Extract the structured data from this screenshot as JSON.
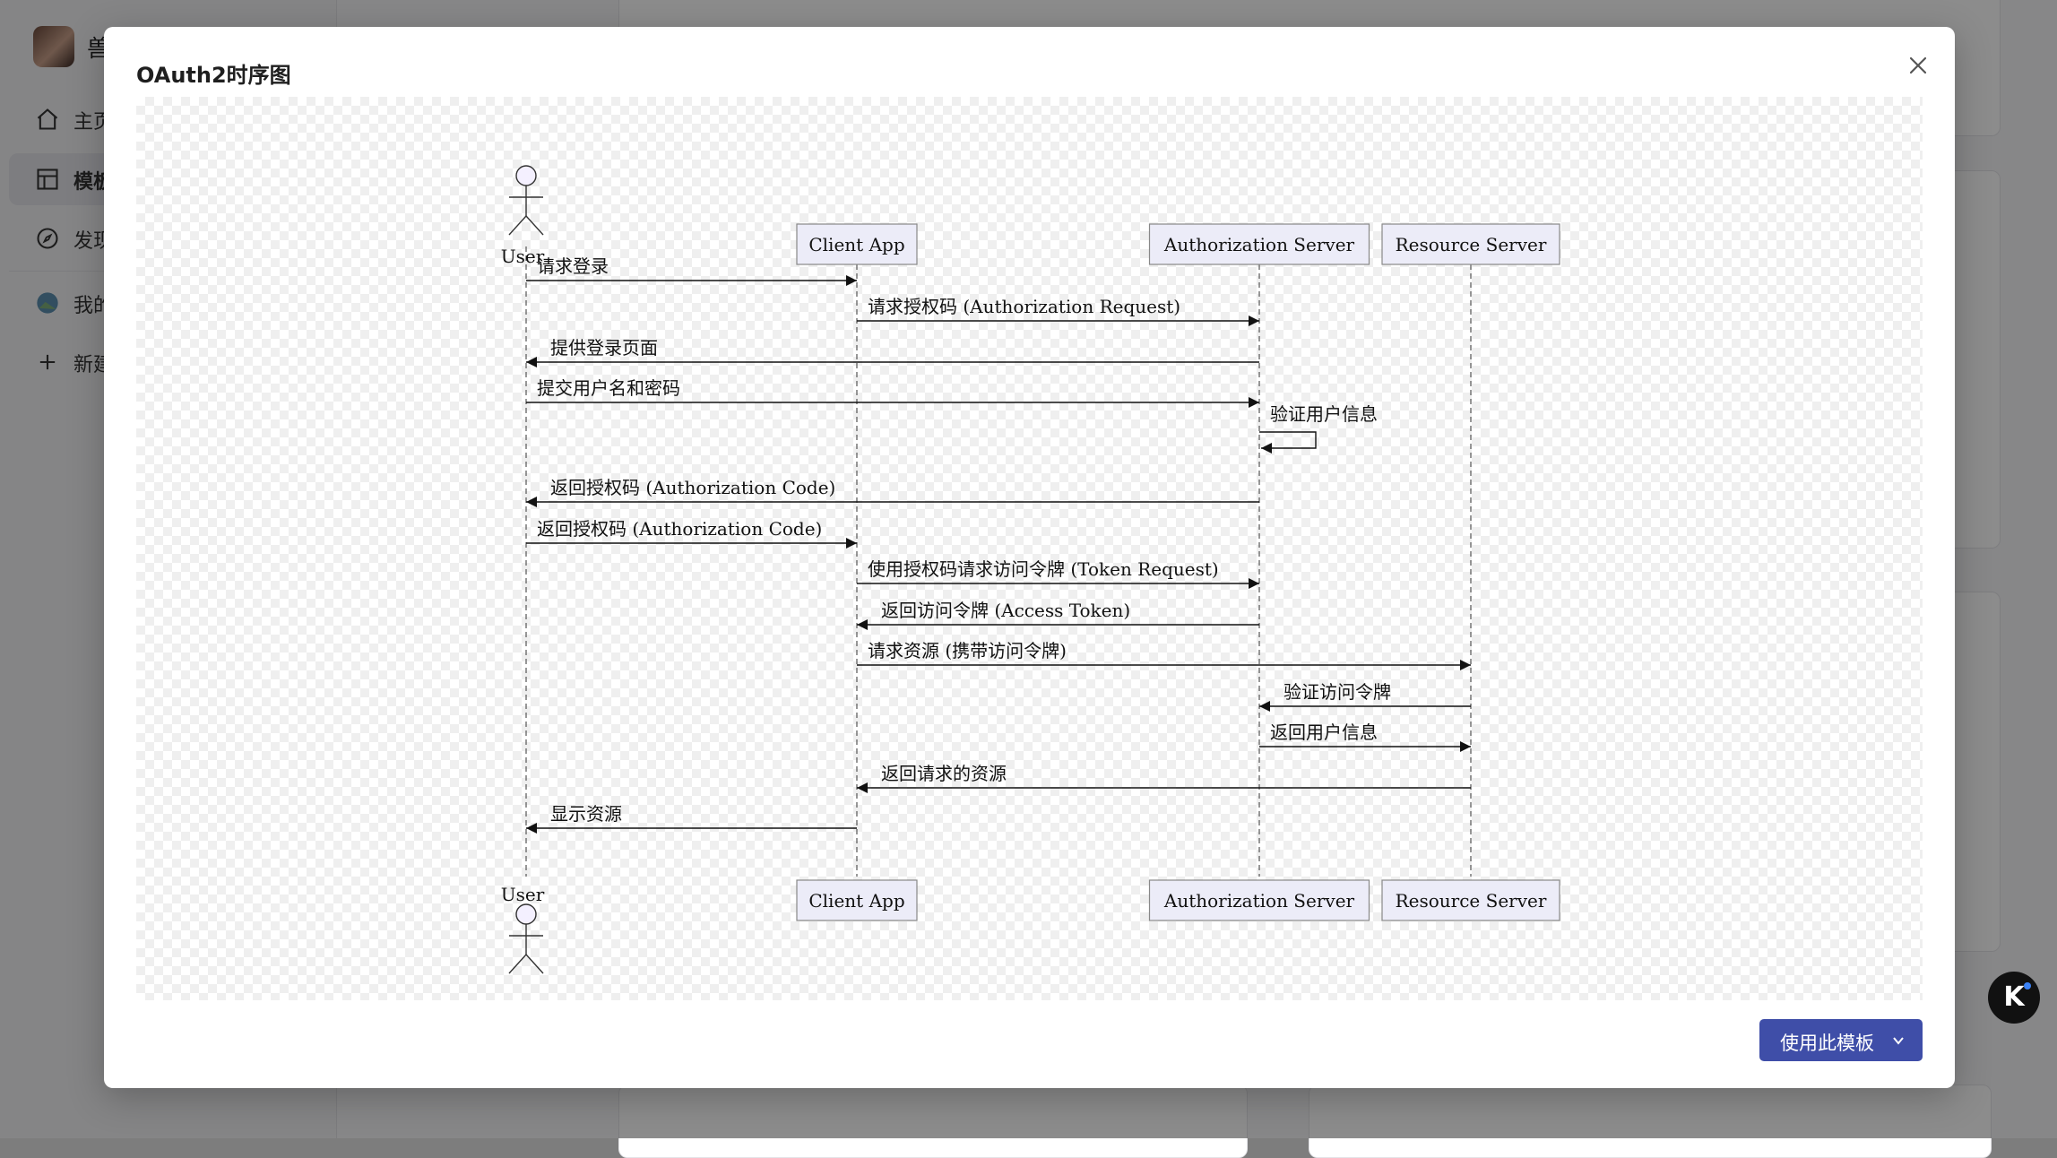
{
  "app": {
    "user_initial": "兽",
    "nav": [
      {
        "label": "主页",
        "icon": "home-icon"
      },
      {
        "label": "模板",
        "icon": "template-icon"
      },
      {
        "label": "发现",
        "icon": "compass-icon"
      },
      {
        "label": "我的",
        "icon": "avatar-icon"
      },
      {
        "label": "新建",
        "icon": "plus-icon"
      }
    ]
  },
  "modal": {
    "title": "OAuth2时序图",
    "use_button": "使用此模板",
    "diagram": {
      "actor": "User",
      "participants": [
        "Client App",
        "Authorization Server",
        "Resource Server"
      ],
      "messages": [
        {
          "from": "User",
          "to": "Client App",
          "text": "请求登录"
        },
        {
          "from": "Client App",
          "to": "Authorization Server",
          "text": "请求授权码 (Authorization Request)"
        },
        {
          "from": "Authorization Server",
          "to": "User",
          "text": "提供登录页面"
        },
        {
          "from": "User",
          "to": "Authorization Server",
          "text": "提交用户名和密码"
        },
        {
          "from": "Authorization Server",
          "to": "Authorization Server",
          "text": "验证用户信息"
        },
        {
          "from": "Authorization Server",
          "to": "User",
          "text": "返回授权码 (Authorization Code)"
        },
        {
          "from": "User",
          "to": "Client App",
          "text": "返回授权码 (Authorization Code)"
        },
        {
          "from": "Client App",
          "to": "Authorization Server",
          "text": "使用授权码请求访问令牌 (Token Request)"
        },
        {
          "from": "Authorization Server",
          "to": "Client App",
          "text": "返回访问令牌 (Access Token)"
        },
        {
          "from": "Client App",
          "to": "Resource Server",
          "text": "请求资源 (携带访问令牌)"
        },
        {
          "from": "Resource Server",
          "to": "Authorization Server",
          "text": "验证访问令牌"
        },
        {
          "from": "Authorization Server",
          "to": "Resource Server",
          "text": "返回用户信息"
        },
        {
          "from": "Resource Server",
          "to": "Client App",
          "text": "返回请求的资源"
        },
        {
          "from": "Client App",
          "to": "User",
          "text": "显示资源"
        }
      ]
    }
  },
  "floating_button": "K"
}
